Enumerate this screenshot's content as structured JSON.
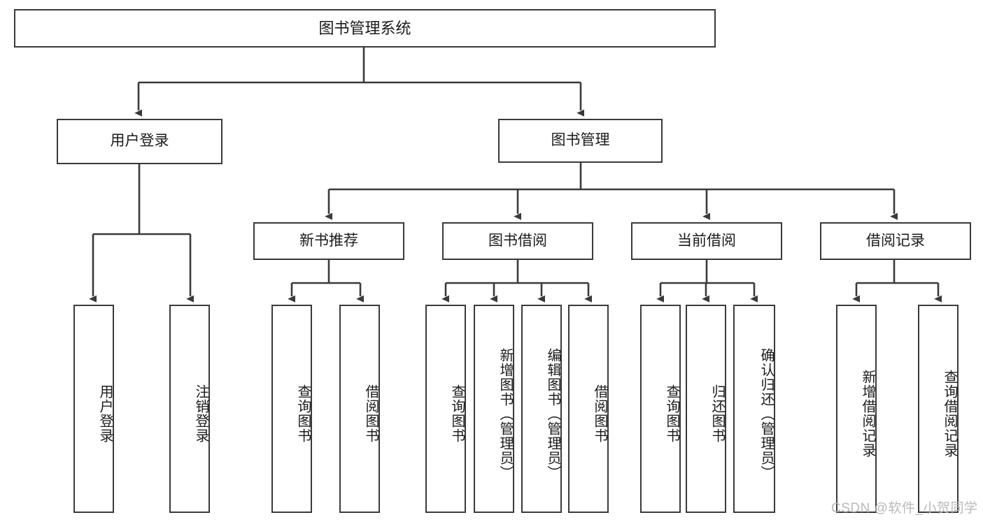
{
  "diagram": {
    "title": "图书管理系统",
    "watermark": "CSDN @软件_小贺同学",
    "colors": {
      "stroke": "#3a3a3a",
      "text": "#1b1b1b",
      "background": "#ffffff",
      "watermark": "#b9b9b9"
    },
    "levels": {
      "root": {
        "label": "图书管理系统"
      },
      "level2": [
        {
          "label": "用户登录"
        },
        {
          "label": "图书管理"
        }
      ],
      "level3": [
        {
          "label": "新书推荐"
        },
        {
          "label": "图书借阅"
        },
        {
          "label": "当前借阅"
        },
        {
          "label": "借阅记录"
        }
      ],
      "leaves": [
        {
          "label": "用户登录",
          "parent": "用户登录"
        },
        {
          "label": "注销登录",
          "parent": "用户登录"
        },
        {
          "label": "查询图书",
          "parent": "新书推荐"
        },
        {
          "label": "借阅图书",
          "parent": "新书推荐"
        },
        {
          "label": "查询图书",
          "parent": "图书借阅"
        },
        {
          "label": "新增图书（管理员）",
          "parent": "图书借阅"
        },
        {
          "label": "编辑图书（管理员）",
          "parent": "图书借阅"
        },
        {
          "label": "借阅图书",
          "parent": "图书借阅"
        },
        {
          "label": "查询图书",
          "parent": "当前借阅"
        },
        {
          "label": "归还图书",
          "parent": "当前借阅"
        },
        {
          "label": "确认归还（管理员）",
          "parent": "当前借阅"
        },
        {
          "label": "新增借阅记录",
          "parent": "借阅记录"
        },
        {
          "label": "查询借阅记录",
          "parent": "借阅记录"
        }
      ]
    }
  }
}
